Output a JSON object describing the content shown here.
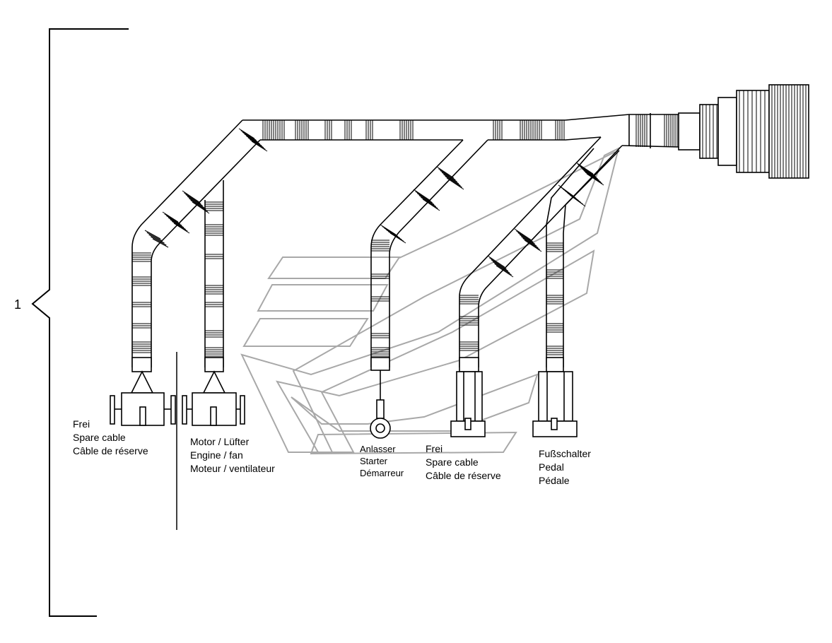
{
  "item_number": "1",
  "watermark_text": "",
  "colors": {
    "line": "#000000",
    "watermark": "#a8a8a8",
    "background": "#ffffff"
  },
  "labels": {
    "spare_left": [
      "Frei",
      "Spare cable",
      "Câble de réserve"
    ],
    "engine_fan": [
      "Motor / Lüfter",
      "Engine / fan",
      "Moteur / ventilateur"
    ],
    "starter": [
      "Anlasser",
      "Starter",
      "Démarreur"
    ],
    "spare_right": [
      "Frei",
      "Spare cable",
      "Câble de réserve"
    ],
    "pedal": [
      "Fußschalter",
      "Pedal",
      "Pédale"
    ]
  }
}
